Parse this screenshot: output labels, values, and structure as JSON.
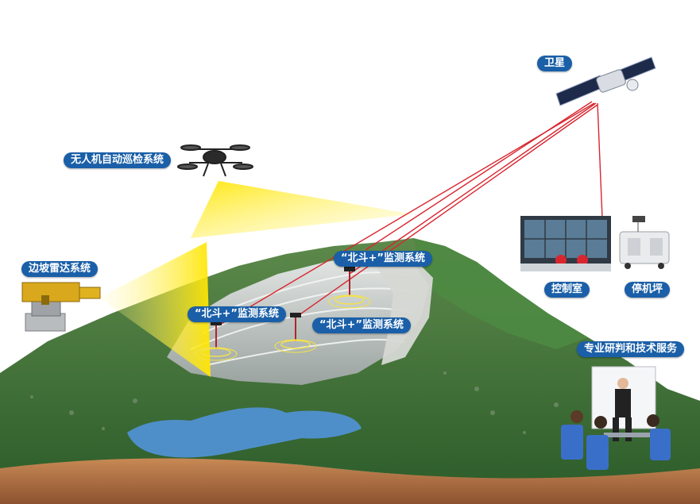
{
  "labels": {
    "satellite": "卫星",
    "drone": "无人机自动巡检系统",
    "radar": "边坡雷达系统",
    "beidou_top": "“北斗+”监测系统",
    "beidou_left": "“北斗+”监测系统",
    "beidou_right": "“北斗+”监测系统",
    "control_room": "控制室",
    "apron": "停机坪",
    "expert_service": "专业研判和技术服务"
  },
  "icons": {
    "satellite": "satellite-icon",
    "drone": "drone-icon",
    "radar": "slope-radar-icon",
    "beidou_station": "gnss-antenna-icon",
    "control_room": "monitor-wall-icon",
    "apron": "drone-hangar-icon",
    "meeting": "meeting-presentation-icon"
  },
  "colors": {
    "label_bg": "#1a5fa8",
    "label_text": "#ffffff",
    "signal_line": "#d8262f",
    "radar_beam": "#ffe600",
    "mountain": "#3d7a3a",
    "quarry": "#c9cfcd",
    "lake": "#4f8fc9",
    "soil": "#b97a4a"
  }
}
